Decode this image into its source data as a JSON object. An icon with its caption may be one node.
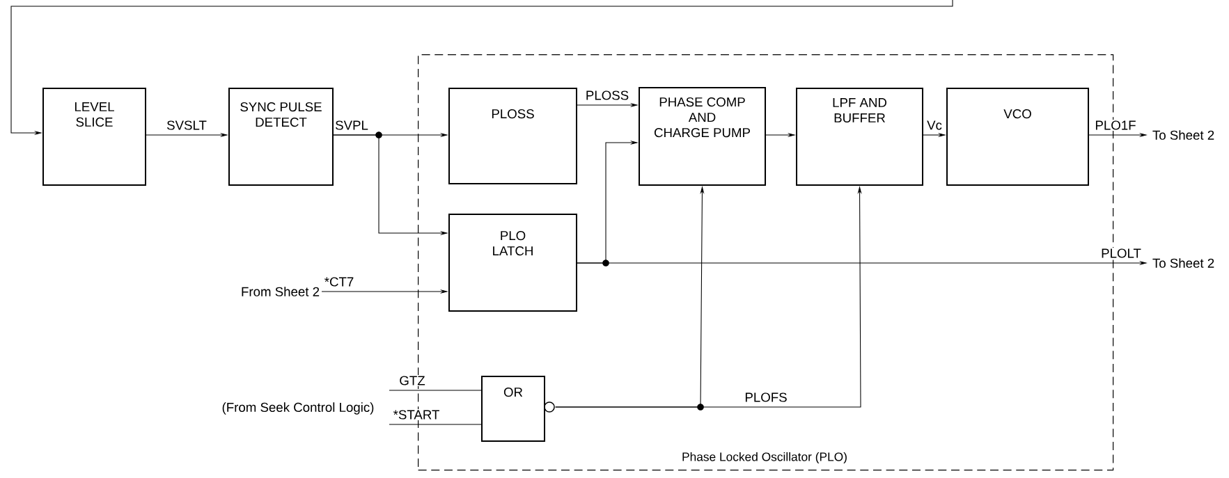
{
  "diagram": {
    "nodes": [
      {
        "text": [
          "Phase Locked Oscillator (PLO)"
        ]
      },
      {
        "text": [
          "LEVEL SLICE"
        ]
      },
      {
        "text": [
          "SYNC PULSE DETECT"
        ]
      },
      {
        "text": [
          "PLOSS"
        ],
        "in": 0
      },
      {
        "text": [
          "PHASE COMP AND CHARGE PUMP"
        ],
        "in": 0
      },
      {
        "text": [
          "LPF AND BUFFER"
        ],
        "in": 0
      },
      {
        "text": [
          "VCO"
        ],
        "in": 0
      },
      {
        "text": [
          "PLO LATCH"
        ],
        "in": 0
      },
      {
        "text": [
          "OR"
        ],
        "in": 0
      },
      {
        "text": [
          "To Sheet 2"
        ]
      },
      {
        "text": [
          "To Sheet 2"
        ]
      },
      {
        "text": [
          "From Sheet 2"
        ]
      }
    ],
    "edges": [
      {
        "from": null,
        "to": 1,
        "arrow": "to"
      },
      {
        "from": 1,
        "to": 2,
        "arrow": "to",
        "label": "SVSLT"
      },
      {
        "from": 2,
        "to": 3,
        "arrow": "to",
        "label": "SVPL"
      },
      {
        "from": 2,
        "to": 7,
        "arrow": "to"
      },
      {
        "from": 3,
        "to": 4,
        "arrow": "to",
        "label": "PLOSS"
      },
      {
        "from": 4,
        "to": 5,
        "arrow": "to"
      },
      {
        "from": 5,
        "to": 6,
        "arrow": "to",
        "label": "Vc"
      },
      {
        "from": 6,
        "to": 9,
        "arrow": "to",
        "label": "PLO1F"
      },
      {
        "from": 7,
        "to": 10,
        "arrow": "to",
        "label": "PLOLT"
      },
      {
        "from": 7,
        "to": 4,
        "arrow": "to"
      },
      {
        "from": 11,
        "to": 7,
        "arrow": "to",
        "label": "*CT7"
      },
      {
        "from": null,
        "to": 8,
        "arrow": "none",
        "label": "GTZ"
      },
      {
        "from": null,
        "to": 8,
        "arrow": "none",
        "label": "*START"
      },
      {
        "from": 8,
        "to": 4,
        "arrow": "to"
      },
      {
        "from": 8,
        "to": 5,
        "arrow": "to",
        "label": "PLOFS"
      }
    ],
    "labels": [
      "(From Seek Control Logic)"
    ]
  }
}
